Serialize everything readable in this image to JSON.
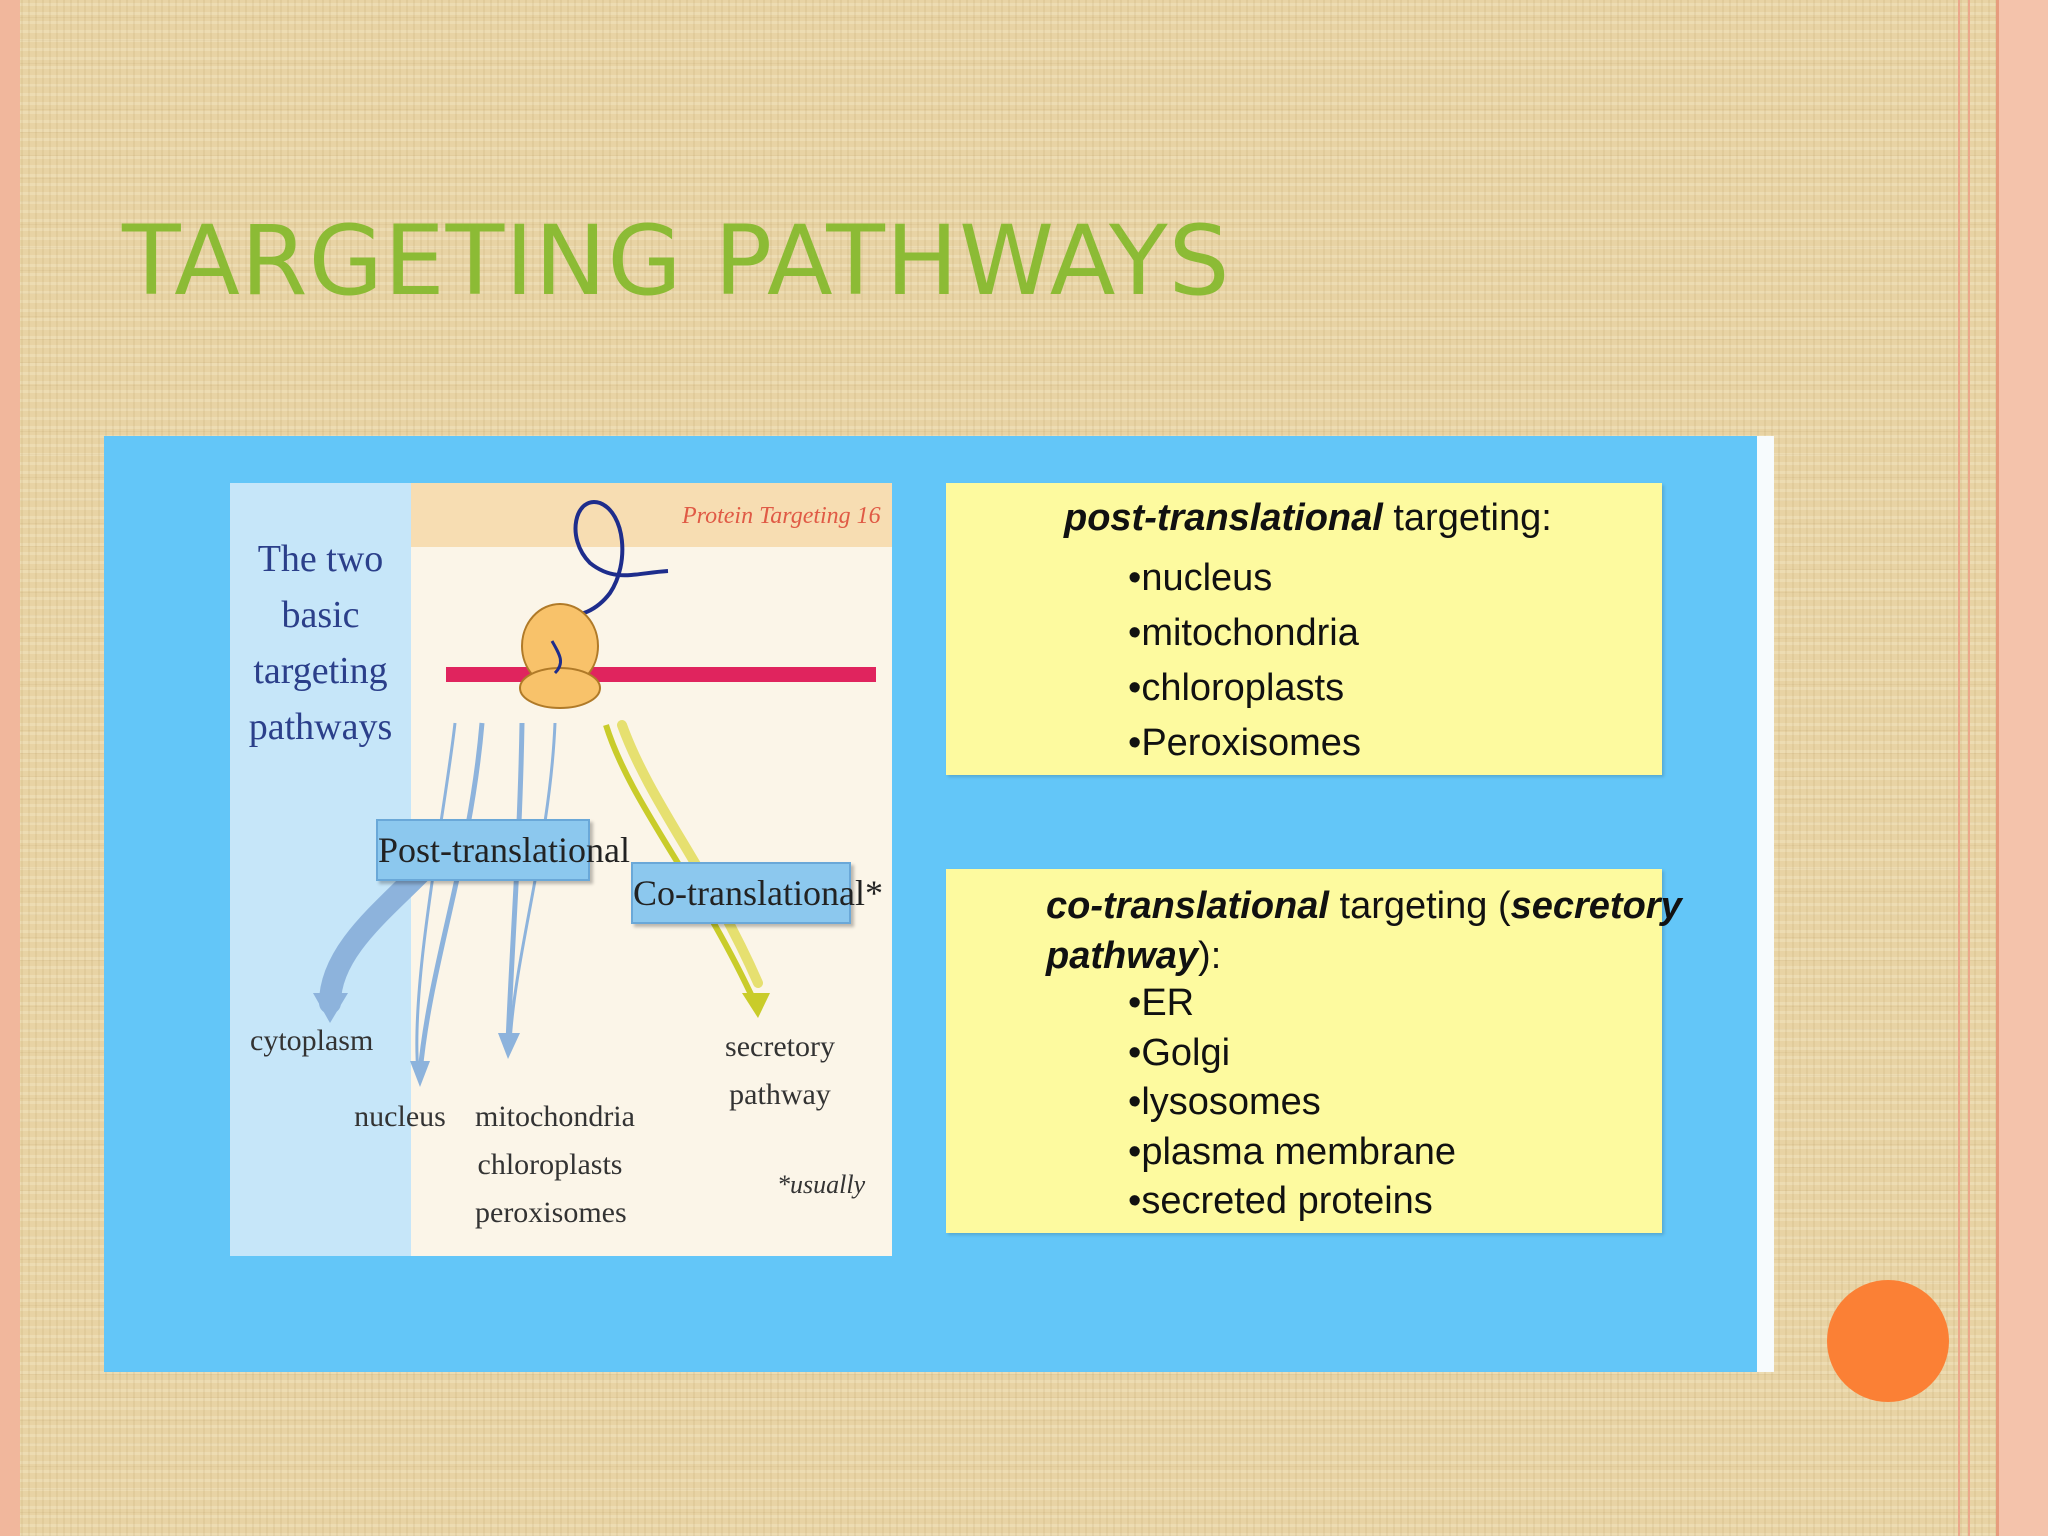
{
  "slide": {
    "title": "TARGETING PATHWAYS"
  },
  "figure": {
    "caption": "Protein Targeting 16",
    "heading": [
      "The two",
      "basic",
      "targeting",
      "pathways"
    ],
    "post_label": "Post-translational",
    "co_label": "Co-translational*",
    "destinations": {
      "cytoplasm": "cytoplasm",
      "nucleus": "nucleus",
      "organelles": [
        "mitochondria",
        "chloroplasts",
        "peroxisomes"
      ],
      "secretory": [
        "secretory",
        "pathway"
      ]
    },
    "footnote": "*usually"
  },
  "post_box": {
    "head_bold": "post-translational",
    "head_rest": " targeting:",
    "items": [
      "nucleus",
      "mitochondria",
      "chloroplasts",
      "Peroxisomes"
    ]
  },
  "co_box": {
    "head_bold1": "co-translational",
    "head_mid": " targeting (",
    "head_bold2": "secretory",
    "head_bold3": "pathway",
    "head_end": "):",
    "items": [
      "ER",
      "Golgi",
      "lysosomes",
      "plasma membrane",
      "secreted proteins"
    ]
  },
  "colors": {
    "title": "#8cbb35",
    "panel": "#63c6f8",
    "yellow_box": "#fdfa9f",
    "membrane": "#e0245e",
    "accent_dot": "#fb8035"
  }
}
